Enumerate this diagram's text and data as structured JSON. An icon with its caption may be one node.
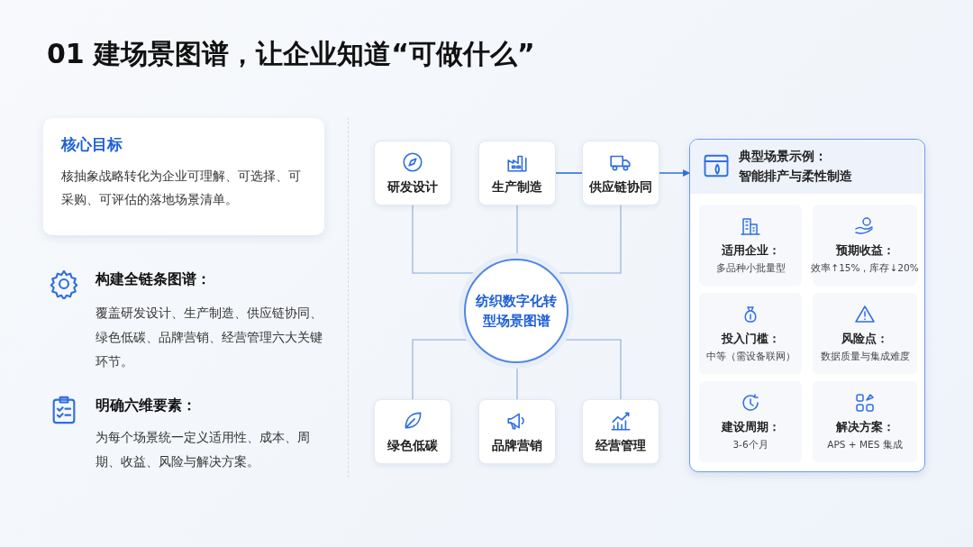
{
  "diagram": {
    "title": "01 建场景图谱，让企业知道“可做什么”",
    "nodes": [
      {
        "text": [
          "核心目标",
          "核抽象战略转化为企业可理解、可选择、可采购、可评估的落地场景清单。"
        ]
      },
      {
        "text": [
          "研发设计"
        ]
      },
      {
        "text": [
          "生产制造"
        ]
      },
      {
        "text": [
          "供应链协同"
        ]
      },
      {
        "text": [
          "纺织数字化转型场景图谱"
        ]
      },
      {
        "text": [
          "绿色低碳"
        ]
      },
      {
        "text": [
          "品牌营销"
        ]
      },
      {
        "text": [
          "经营管理"
        ]
      },
      {
        "text": [
          "典型场景示例：",
          "智能排产与柔性制造"
        ]
      },
      {
        "text": [
          "适用企业：",
          "多品种小批量型"
        ],
        "in": 8
      },
      {
        "text": [
          "预期收益：",
          "效率↑15%，库存↓20%"
        ],
        "in": 8
      },
      {
        "text": [
          "投入门槛：",
          "中等（需设备联网）"
        ],
        "in": 8
      },
      {
        "text": [
          "风险点：",
          "数据质量与集成难度"
        ],
        "in": 8
      },
      {
        "text": [
          "建设周期：",
          "3-6个月"
        ],
        "in": 8
      },
      {
        "text": [
          "解决方案：",
          "APS + MES 集成"
        ],
        "in": 8
      }
    ],
    "edges": [
      {
        "from": 4,
        "to": 1,
        "arrow": "none"
      },
      {
        "from": 4,
        "to": 2,
        "arrow": "none"
      },
      {
        "from": 4,
        "to": 3,
        "arrow": "none"
      },
      {
        "from": 4,
        "to": 5,
        "arrow": "none"
      },
      {
        "from": 4,
        "to": 6,
        "arrow": "none"
      },
      {
        "from": 4,
        "to": 7,
        "arrow": "none"
      },
      {
        "from": 2,
        "to": 3,
        "arrow": "none",
        "color": "#2f6fe0"
      },
      {
        "from": 3,
        "to": 8,
        "arrow": "to",
        "color": "#2f6fe0"
      }
    ],
    "labels": [
      "构建全链条图谱：",
      "覆盖研发设计、生产制造、供应链协同、绿色低碳、品牌营销、经营管理六大关键环节。",
      "明确六维要素：",
      "为每个场景统一定义适用性、成本、周期、收益、风险与解决方案。"
    ]
  }
}
